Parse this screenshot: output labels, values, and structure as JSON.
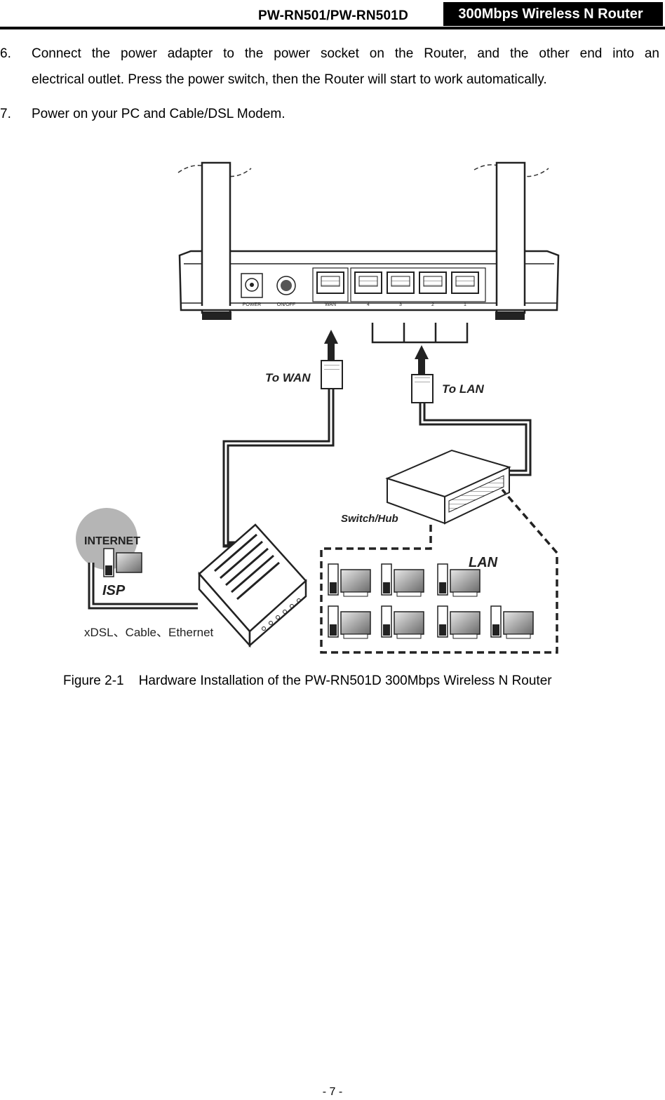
{
  "header": {
    "model": "PW-RN501/PW-RN501D",
    "product": "300Mbps Wireless N Router"
  },
  "steps": [
    {
      "num": "6.",
      "line1": "Connect the power adapter to the power socket on the Router, and the other end into an",
      "line2": "electrical outlet. Press the power switch, then the Router will start to work automatically."
    },
    {
      "num": "7.",
      "text": "Power on your PC and Cable/DSL Modem."
    }
  ],
  "figure": {
    "port_labels": [
      "POWER",
      "ON/OFF",
      "WAN",
      "4",
      "3",
      "2",
      "1"
    ],
    "to_wan": "To WAN",
    "to_lan": "To LAN",
    "switch_hub": "Switch/Hub",
    "lan": "LAN",
    "internet": "INTERNET",
    "isp": "ISP",
    "connection_types": "xDSL、Cable、Ethernet"
  },
  "caption": "Figure 2-1    Hardware Installation of the PW-RN501D 300Mbps Wireless N Router",
  "page_number": "- 7 -"
}
